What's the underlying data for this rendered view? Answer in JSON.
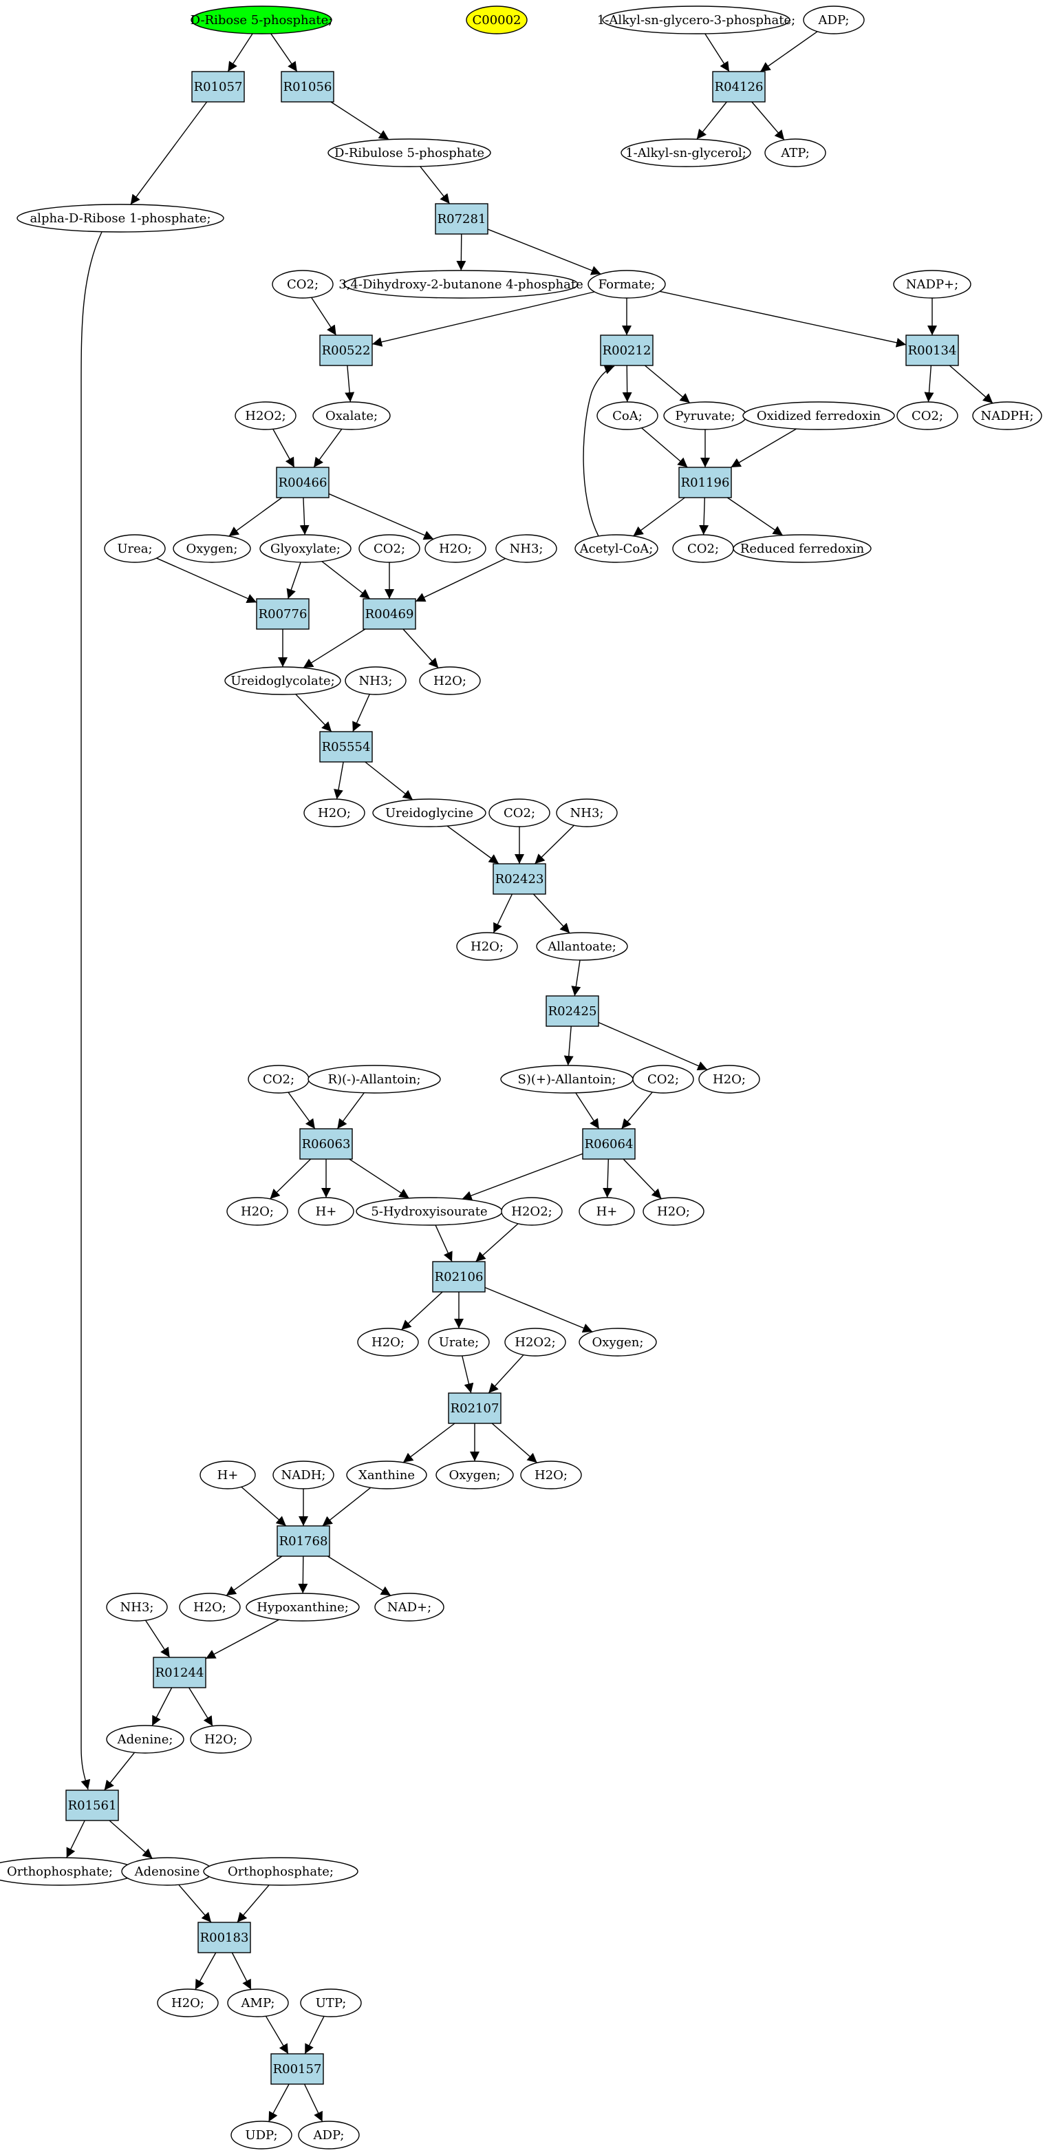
{
  "colors": {
    "background": "#ffffff",
    "reaction_fill": "#add8e6",
    "compound_fill": "#ffffff",
    "start_fill": "#00ff00",
    "highlight_fill": "#ffff00",
    "stroke": "#000000"
  },
  "nodes": {
    "c_ribose5p": "D-Ribose 5-phosphate;",
    "c_c00002": "C00002",
    "c_alkylglycero3p": "1-Alkyl-sn-glycero-3-phosphate;",
    "c_adp_top": "ADP;",
    "r_R01057": "R01057",
    "r_R01056": "R01056",
    "r_R04126": "R04126",
    "c_ribulose5p": "D-Ribulose 5-phosphate",
    "c_alkylglycerol": "1-Alkyl-sn-glycerol;",
    "c_atp_top": "ATP;",
    "c_ribose1p": "alpha-D-Ribose 1-phosphate;",
    "r_R07281": "R07281",
    "c_dihydroxybutanone": "3,4-Dihydroxy-2-butanone 4-phosphate",
    "c_formate": "Formate;",
    "c_co2_a": "CO2;",
    "c_nadpplus": "NADP+;",
    "r_R00522": "R00522",
    "r_R00212": "R00212",
    "r_R00134": "R00134",
    "c_h2o2_a": "H2O2;",
    "c_oxalate": "Oxalate;",
    "c_coa": "CoA;",
    "c_pyruvate": "Pyruvate;",
    "c_oxferredoxin": "Oxidized ferredoxin",
    "c_co2_b": "CO2;",
    "c_nadph": "NADPH;",
    "r_R00466": "R00466",
    "r_R01196": "R01196",
    "c_urea": "Urea;",
    "c_oxygen_a": "Oxygen;",
    "c_glyoxylate": "Glyoxylate;",
    "c_co2_c": "CO2;",
    "c_h2o_a": "H2O;",
    "c_nh3_a": "NH3;",
    "c_acetylcoa": "Acetyl-CoA;",
    "c_co2_d": "CO2;",
    "c_redferredoxin": "Reduced ferredoxin",
    "r_R00776": "R00776",
    "r_R00469": "R00469",
    "c_ureidoglycolate": "Ureidoglycolate;",
    "c_nh3_b": "NH3;",
    "c_h2o_b": "H2O;",
    "r_R05554": "R05554",
    "c_h2o_c": "H2O;",
    "c_ureidoglycine": "Ureidoglycine",
    "c_co2_e": "CO2;",
    "c_nh3_c": "NH3;",
    "r_R02423": "R02423",
    "c_h2o_d": "H2O;",
    "c_allantoate": "Allantoate;",
    "r_R02425": "R02425",
    "c_co2_f": "CO2;",
    "c_rallantoin": "R)(-)-Allantoin;",
    "c_sallantoin": "S)(+)-Allantoin;",
    "c_co2_g": "CO2;",
    "c_h2o_e": "H2O;",
    "r_R06063": "R06063",
    "r_R06064": "R06064",
    "c_h2o_f": "H2O;",
    "c_hplus_a": "H+",
    "c_hydroxyisourate": "5-Hydroxyisourate",
    "c_h2o2_b": "H2O2;",
    "c_hplus_b": "H+",
    "c_h2o_g": "H2O;",
    "r_R02106": "R02106",
    "c_h2o_h": "H2O;",
    "c_urate": "Urate;",
    "c_h2o2_c": "H2O2;",
    "c_oxygen_b": "Oxygen;",
    "r_R02107": "R02107",
    "c_hplus_c": "H+",
    "c_nadh": "NADH;",
    "c_xanthine": "Xanthine",
    "c_oxygen_c": "Oxygen;",
    "c_h2o_i": "H2O;",
    "r_R01768": "R01768",
    "c_nh3_d": "NH3;",
    "c_h2o_j": "H2O;",
    "c_hypoxanthine": "Hypoxanthine;",
    "c_nadplus": "NAD+;",
    "r_R01244": "R01244",
    "c_adenine": "Adenine;",
    "c_h2o_k": "H2O;",
    "r_R01561": "R01561",
    "c_orthophosphate_a": "Orthophosphate;",
    "c_adenosine": "Adenosine",
    "c_orthophosphate_b": "Orthophosphate;",
    "r_R00183": "R00183",
    "c_h2o_l": "H2O;",
    "c_amp": "AMP;",
    "c_utp": "UTP;",
    "r_R00157": "R00157",
    "c_udp": "UDP;",
    "c_adp_bottom": "ADP;"
  }
}
